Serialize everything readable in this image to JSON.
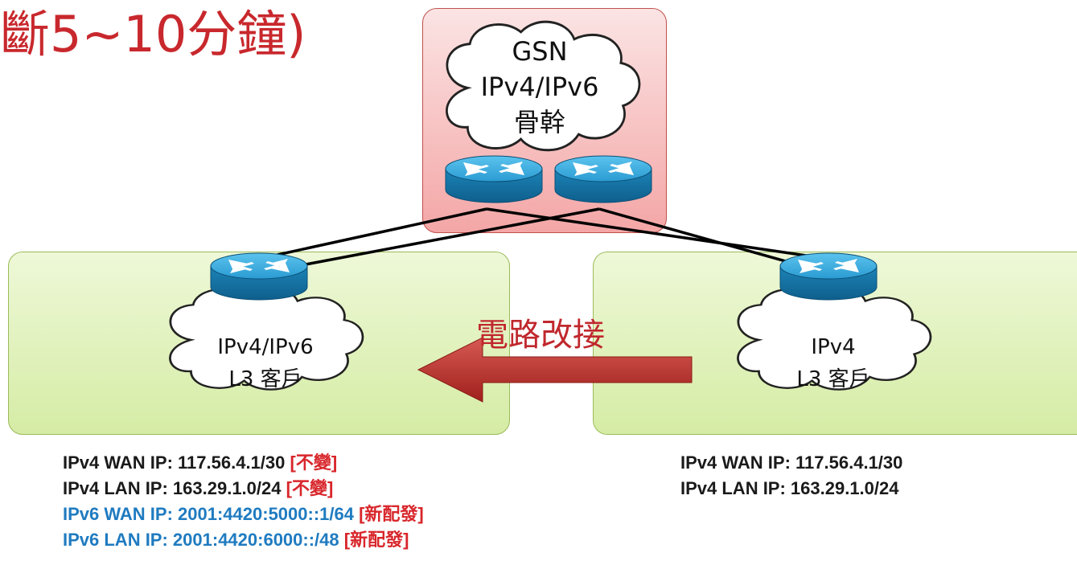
{
  "title_fragment": "斷5~10分鐘)",
  "core": {
    "line1": "GSN",
    "line2": "IPv4/IPv6",
    "line3": "骨幹"
  },
  "left_cloud": {
    "line1": "IPv4/IPv6",
    "line2": "L3 客戶"
  },
  "right_cloud": {
    "line1": "IPv4",
    "line2": "L3 客戶"
  },
  "migration_label": "電路改接",
  "left_info": [
    {
      "text": "IPv4 WAN IP: 117.56.4.1/30",
      "tag": "[不變]",
      "color": "#1a1a1a",
      "tag_color": "#d8262b"
    },
    {
      "text": "IPv4 LAN IP: 163.29.1.0/24",
      "tag": "[不變]",
      "color": "#1a1a1a",
      "tag_color": "#d8262b"
    },
    {
      "text": "IPv6 WAN IP: 2001:4420:5000::1/64",
      "tag": "[新配發]",
      "color": "#1f7bc0",
      "tag_color": "#d8262b"
    },
    {
      "text": "IPv6 LAN IP: 2001:4420:6000::/48",
      "tag": "[新配發]",
      "color": "#1f7bc0",
      "tag_color": "#d8262b"
    }
  ],
  "right_info": [
    {
      "text": "IPv4 WAN IP: 117.56.4.1/30"
    },
    {
      "text": "IPv4 LAN IP: 163.29.1.0/24"
    }
  ],
  "colors": {
    "router_fill": "#1f8fc4",
    "router_top": "#3aa9db",
    "arrow": "#c0302b",
    "core_border": "#c0504d",
    "panel_border": "#9bbb59"
  },
  "icons": [
    "router-icon",
    "cloud-shape",
    "left-arrow"
  ]
}
